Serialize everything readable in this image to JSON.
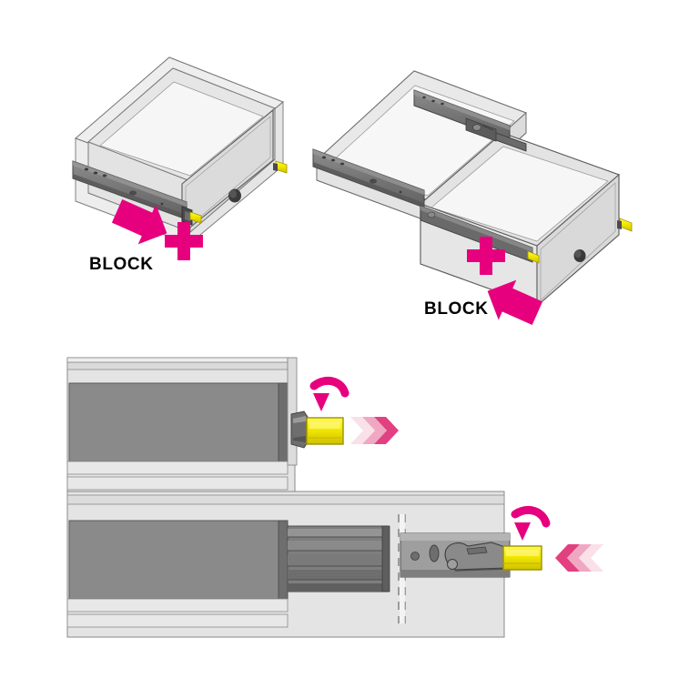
{
  "illustration": {
    "title": "Drawer slide release lever instruction",
    "type": "technical-assembly-diagram",
    "background_color": "#ffffff"
  },
  "labels": {
    "block_left": "BLOCK",
    "block_right": "BLOCK"
  },
  "colors": {
    "magenta": "#E6007E",
    "pink_arrow": "#EC268F",
    "chevron_dark": "#E24080",
    "chevron_light": "#F9D3DF",
    "yellow_tab": "#F5EC00",
    "yellow_tab_dark": "#D6C700",
    "metal_rail": "#7E7E7E",
    "metal_rail_dark": "#5E5E5E",
    "panel_light": "#E0E0E0",
    "panel_mid": "#D2D2D2",
    "drawer_face": "#8A8A8A",
    "outline": "#3A3A3A",
    "drawer_glass": "#EDEDED"
  },
  "panels": {
    "top_left": {
      "name": "drawer-closed-isometric",
      "caption": "BLOCK",
      "arrow_direction": "down-right",
      "marker": "x-cross"
    },
    "top_right": {
      "name": "drawer-open-isometric",
      "caption": "BLOCK",
      "arrow_direction": "up-left",
      "marker": "x-cross"
    },
    "bottom": {
      "name": "drawer-slide-cross-section",
      "upper_row": {
        "lever_state": "engaged",
        "chevron_direction": "right",
        "curved_arrow": "down"
      },
      "lower_row": {
        "lever_state": "released",
        "chevron_direction": "left",
        "curved_arrow": "down"
      }
    }
  }
}
